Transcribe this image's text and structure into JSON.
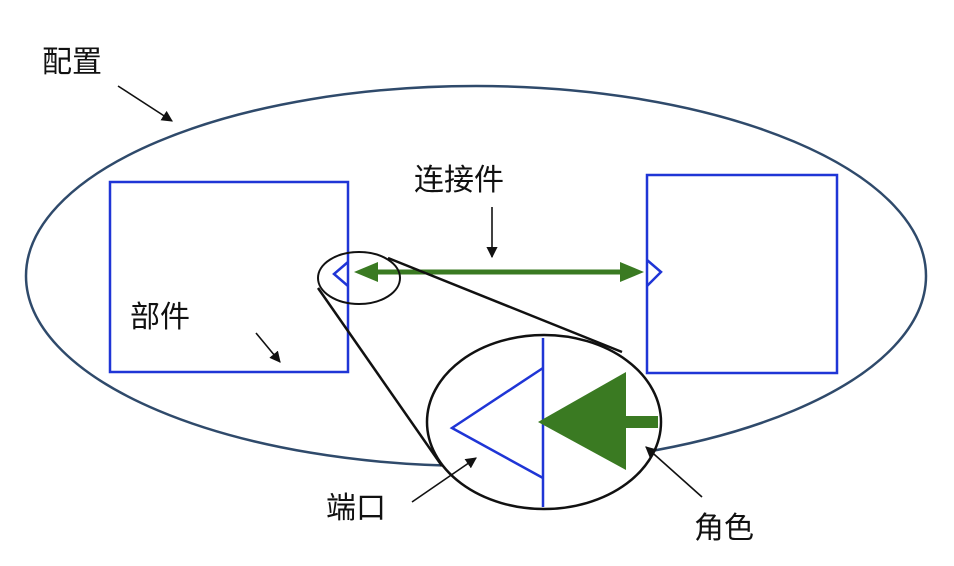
{
  "labels": {
    "configuration": "配置",
    "connector": "连接件",
    "component": "部件",
    "port": "端口",
    "role": "角色"
  },
  "colors": {
    "configuration_outline": "#2f4a6b",
    "component_outline": "#1f35d6",
    "connector": "#3a7a22",
    "leader_lines": "#111111"
  }
}
